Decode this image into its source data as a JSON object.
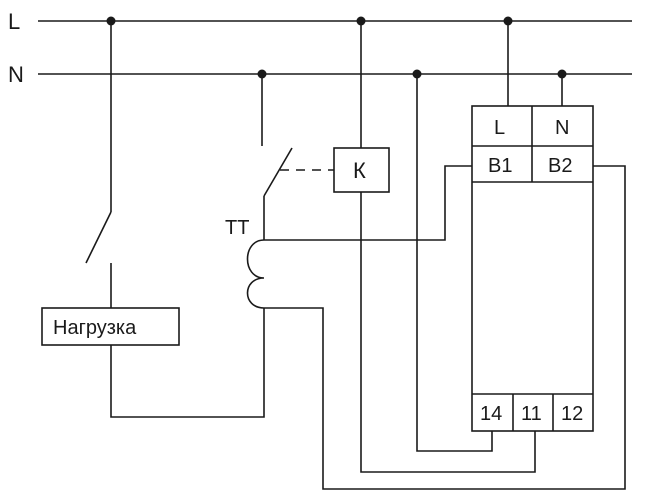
{
  "lines": {
    "phase_label": "L",
    "neutral_label": "N"
  },
  "load": {
    "label": "Нагрузка"
  },
  "contactor": {
    "label": "К"
  },
  "current_transformer": {
    "label": "ТТ"
  },
  "relay": {
    "top_terminals": [
      "L",
      "N"
    ],
    "input_terminals": [
      "B1",
      "B2"
    ],
    "output_terminals": [
      "14",
      "11",
      "12"
    ]
  }
}
